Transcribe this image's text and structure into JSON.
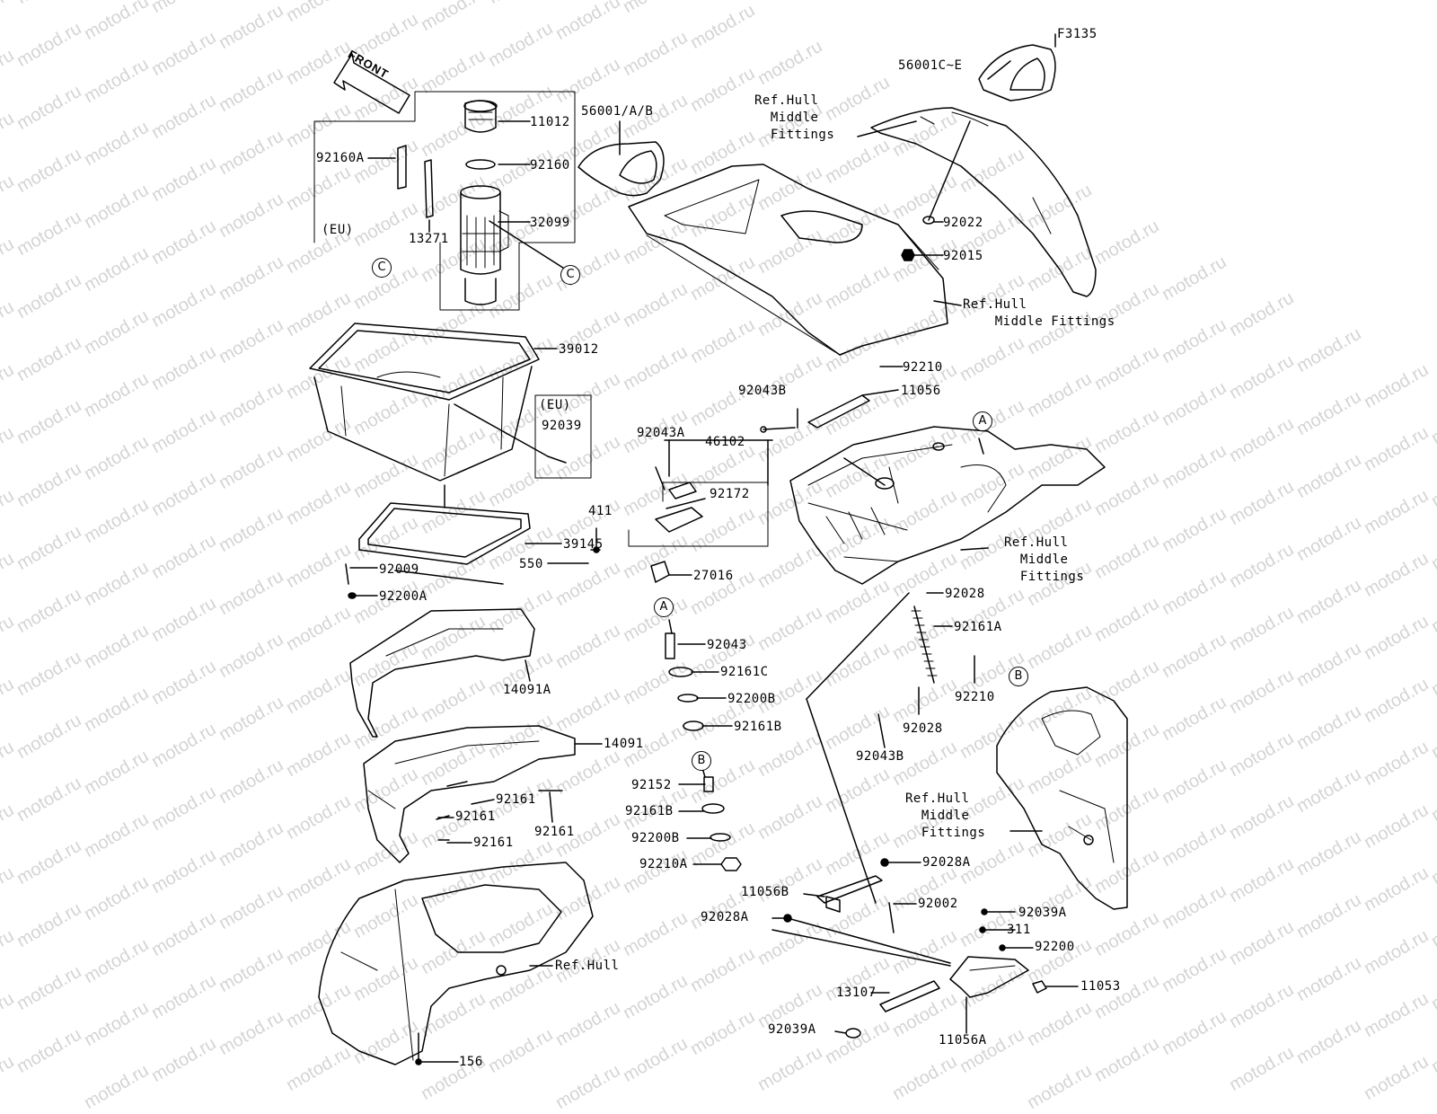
{
  "watermark": "motod.ru",
  "front_label": "FRONT",
  "ref_code": "F3135",
  "callouts": {
    "c1": "C",
    "c2": "C",
    "a1": "A",
    "a2": "A",
    "b1": "B",
    "b2": "B"
  },
  "eu_tags": {
    "upper": "(EU)",
    "lower": "(EU)"
  },
  "ref_labels": {
    "hull_middle_top_center": "Ref.Hull\n  Middle\n  Fittings",
    "hull_middle_right": "Ref.Hull\n    Middle Fittings",
    "hull_middle_mid": "Ref.Hull\n  Middle\n  Fittings",
    "hull_middle_lower": "Ref.Hull\n  Middle\n  Fittings",
    "hull": "Ref.Hull"
  },
  "parts": {
    "p56001CE": "56001C~E",
    "p56001AB": "56001/A/B",
    "p11012": "11012",
    "p92160A": "92160A",
    "p92160": "92160",
    "p32099": "32099",
    "p13271": "13271",
    "p92022": "92022",
    "p92015": "92015",
    "p39012": "39012",
    "p92039": "92039",
    "p92210_top": "92210",
    "p92043B_top": "92043B",
    "p11056": "11056",
    "p92043A": "92043A",
    "p46102": "46102",
    "p92172": "92172",
    "p411": "411",
    "p550": "550",
    "p39145": "39145",
    "p27016": "27016",
    "p92009": "92009",
    "p92200A": "92200A",
    "p92028_top": "92028",
    "p92161A": "92161A",
    "p92043": "92043",
    "p92161C": "92161C",
    "p92200B": "92200B",
    "p92161B": "92161B",
    "p14091A": "14091A",
    "p92210_mid": "92210",
    "p92028_mid": "92028",
    "p92043B_bot": "92043B",
    "p14091": "14091",
    "p92152": "92152",
    "p92161_1": "92161",
    "p92161_2": "92161",
    "p92161_3": "92161",
    "p92161_4": "92161",
    "p92161B_2": "92161B",
    "p92200B_2": "92200B",
    "p92210A": "92210A",
    "p92028A_1": "92028A",
    "p11056B": "11056B",
    "p92002": "92002",
    "p92028A_2": "92028A",
    "p92039A_1": "92039A",
    "p311": "311",
    "p92200": "92200",
    "p13107": "13107",
    "p11053": "11053",
    "p92039A_2": "92039A",
    "p11056A": "11056A",
    "p156": "156"
  }
}
